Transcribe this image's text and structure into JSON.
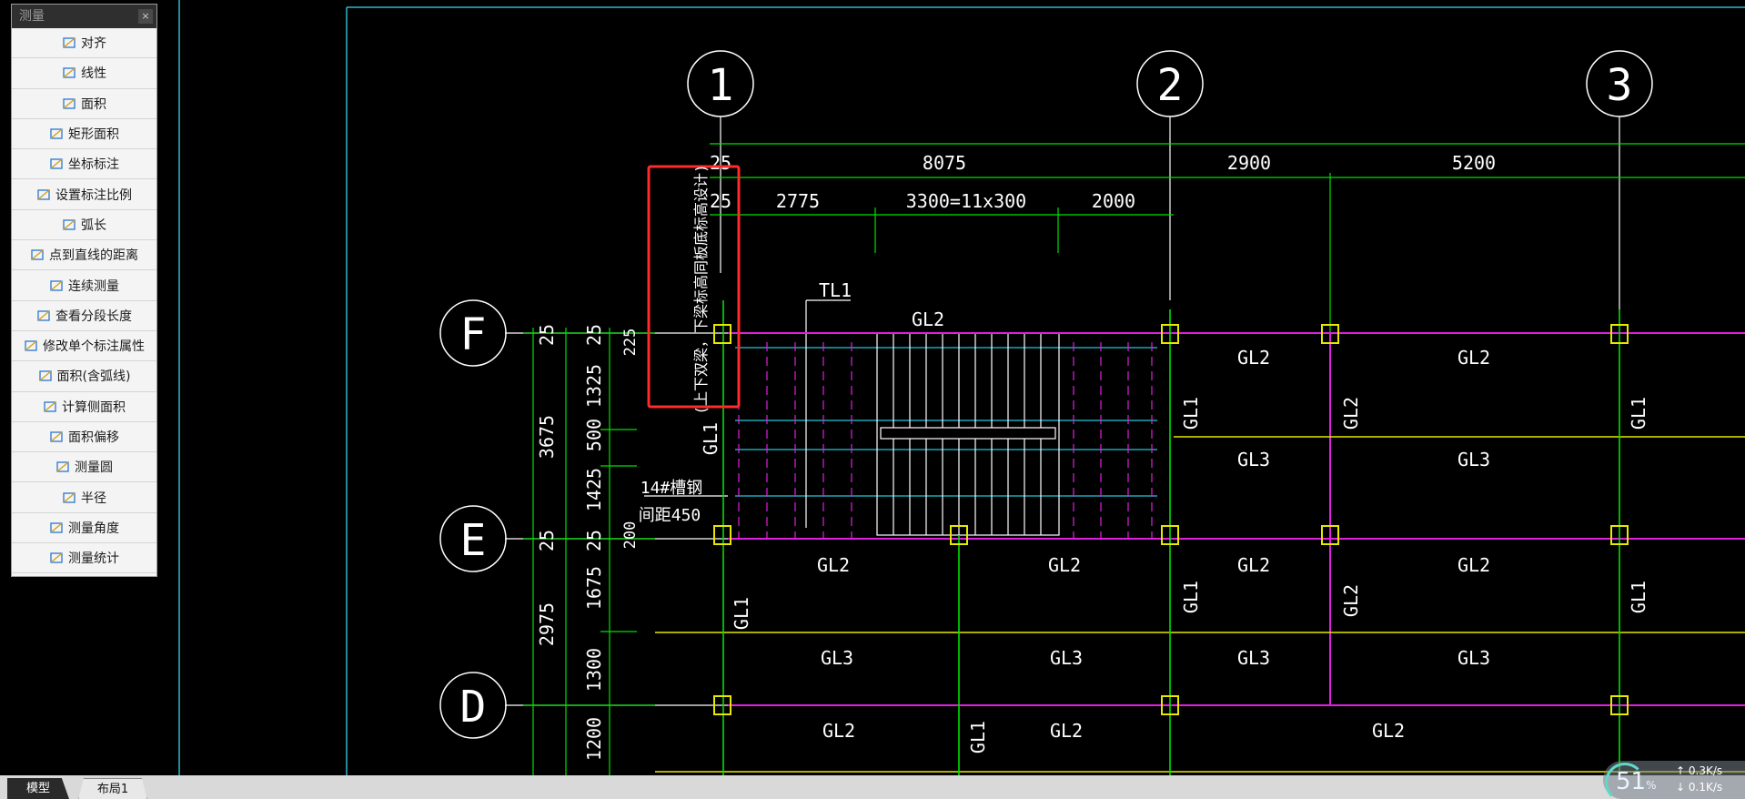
{
  "panel": {
    "title": "测量",
    "close": "×",
    "tools": [
      {
        "label": "对齐",
        "icon": "align-measure-icon"
      },
      {
        "label": "线性",
        "icon": "linear-measure-icon"
      },
      {
        "label": "面积",
        "icon": "area-icon"
      },
      {
        "label": "矩形面积",
        "icon": "rect-area-icon"
      },
      {
        "label": "坐标标注",
        "icon": "coordinate-icon"
      },
      {
        "label": "设置标注比例",
        "icon": "scale-icon"
      },
      {
        "label": "弧长",
        "icon": "arc-length-icon"
      },
      {
        "label": "点到直线的距离",
        "icon": "point-line-distance-icon"
      },
      {
        "label": "连续测量",
        "icon": "continuous-measure-icon"
      },
      {
        "label": "查看分段长度",
        "icon": "segment-length-icon"
      },
      {
        "label": "修改单个标注属性",
        "icon": "edit-dimension-icon"
      },
      {
        "label": "面积(含弧线)",
        "icon": "arc-area-icon"
      },
      {
        "label": "计算侧面积",
        "icon": "side-area-icon"
      },
      {
        "label": "面积偏移",
        "icon": "area-offset-icon"
      },
      {
        "label": "测量圆",
        "icon": "circle-measure-icon"
      },
      {
        "label": "半径",
        "icon": "radius-icon"
      },
      {
        "label": "测量角度",
        "icon": "angle-icon"
      },
      {
        "label": "测量统计",
        "icon": "statistics-icon"
      }
    ]
  },
  "tabs": {
    "model": "模型",
    "layout": "布局1"
  },
  "network": {
    "percent": "51",
    "unit": "%",
    "up": "0.3K/s",
    "down": "0.1K/s"
  },
  "drawing": {
    "grid_columns": [
      "1",
      "2",
      "3"
    ],
    "grid_rows": [
      "F",
      "E",
      "D"
    ],
    "top_dims_1": [
      "25",
      "8075",
      "2900",
      "5200"
    ],
    "top_dims_2": [
      "25",
      "2775",
      "3300=11x300",
      "2000"
    ],
    "left_dims_outer": [
      "25",
      "3675",
      "25",
      "2975"
    ],
    "left_dims_inner": [
      "25",
      "1325",
      "500",
      "1425",
      "25",
      "1675",
      "1300",
      "1200"
    ],
    "small_dims": [
      "225",
      "200"
    ],
    "annotation": "(上下双梁，下梁标高同板底标高设计)",
    "labels": {
      "tl1": "TL1",
      "channel_1": "14#槽钢",
      "channel_2": "间距450",
      "gl1": "GL1",
      "gl2": "GL2",
      "gl3": "GL3"
    },
    "colors": {
      "green": "#00e000",
      "magenta": "#e020e0",
      "yellow": "#e8e800",
      "cyan": "#20c8d8",
      "white": "#ffffff",
      "red": "#ff2a2a"
    }
  }
}
